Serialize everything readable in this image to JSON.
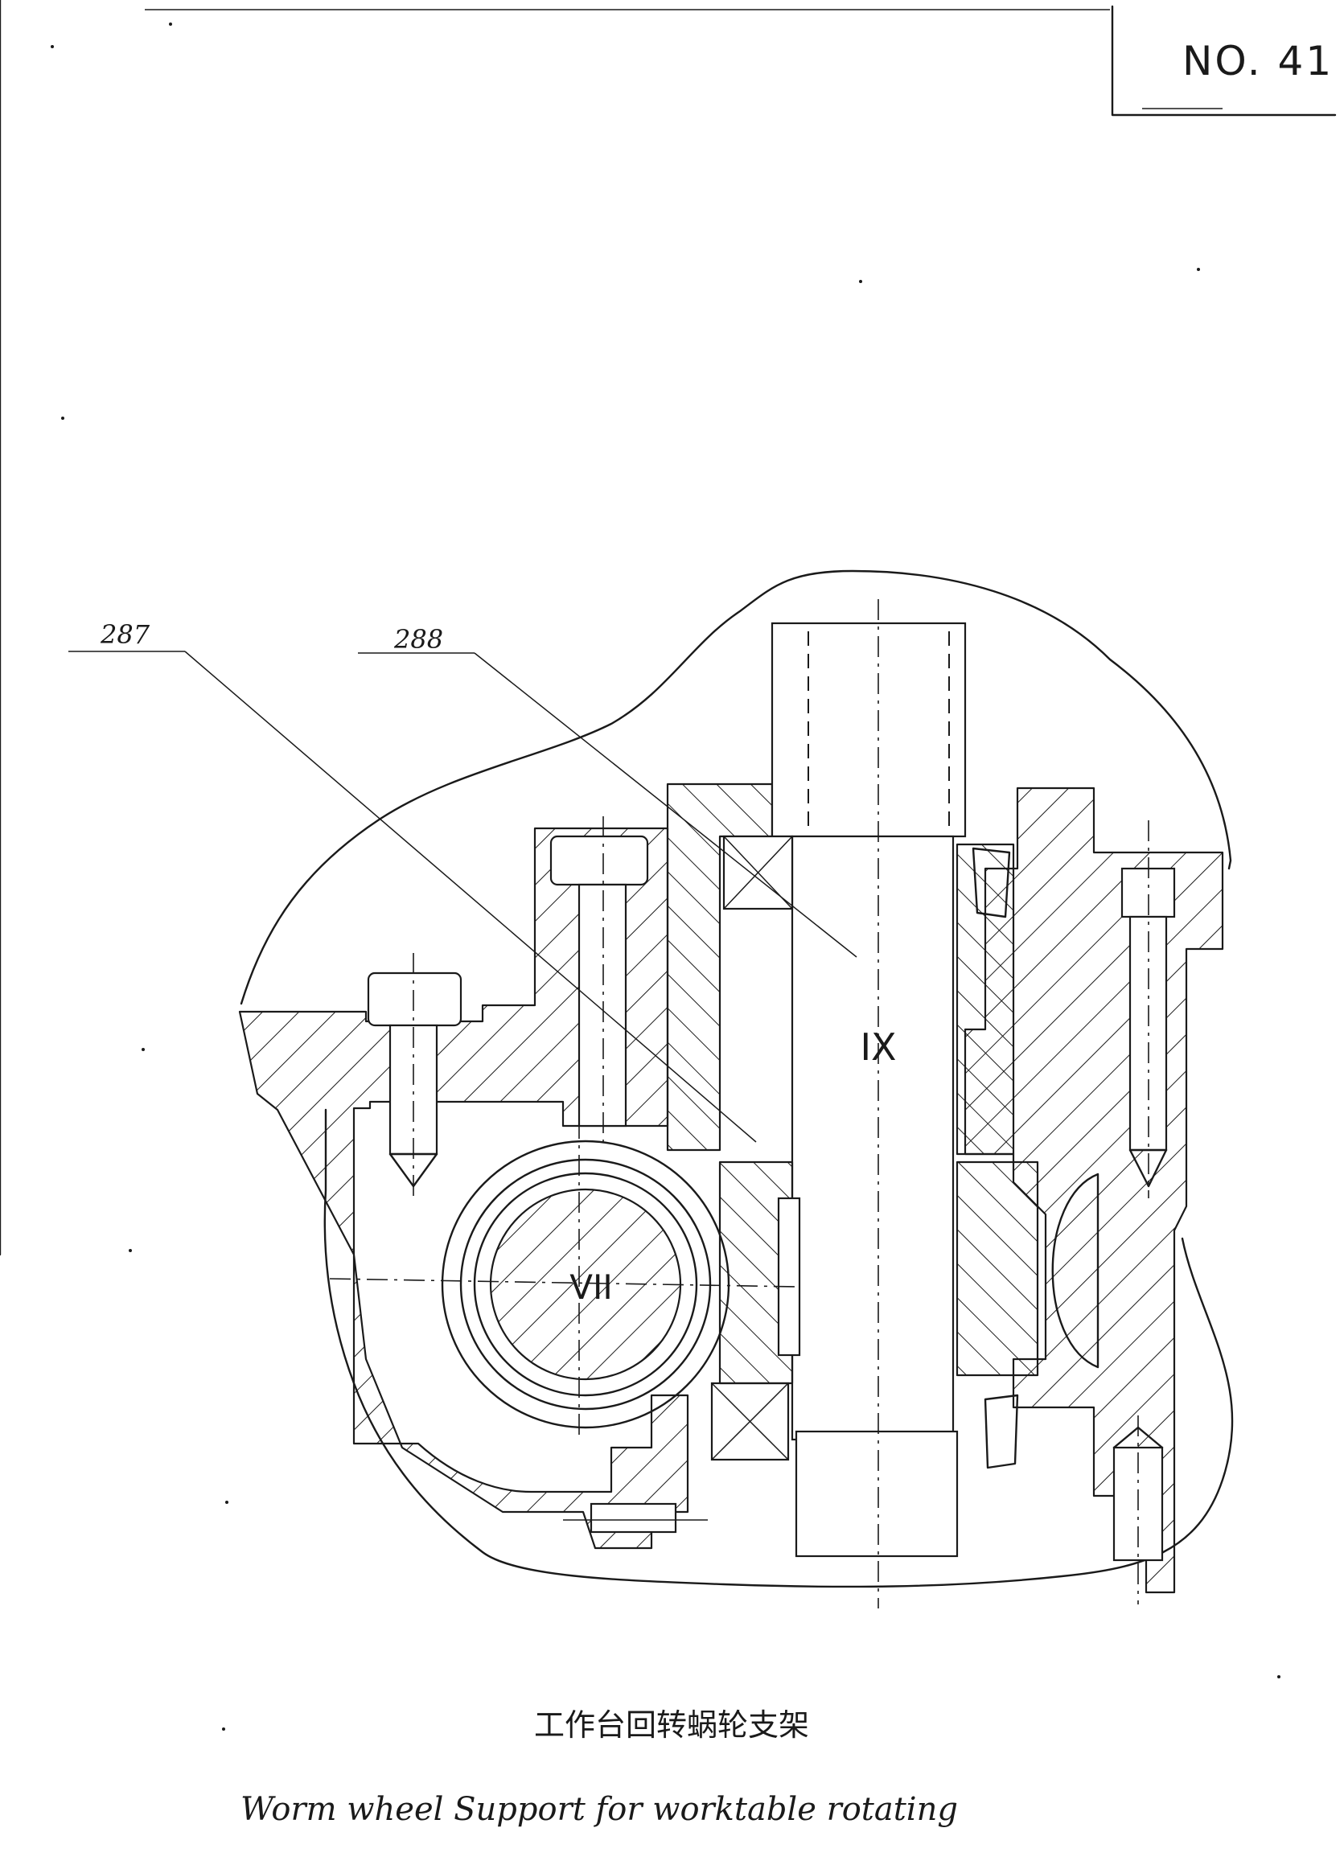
{
  "sheet": {
    "number": "NO. 41"
  },
  "callouts": [
    {
      "id": "287",
      "text": "287"
    },
    {
      "id": "288",
      "text": "288"
    }
  ],
  "axis_marks": {
    "vertical_shaft": "IX",
    "worm_shaft": "VII"
  },
  "caption": {
    "chinese": "工作台回转蜗轮支架",
    "english": "Worm wheel Support for worktable rotating"
  }
}
